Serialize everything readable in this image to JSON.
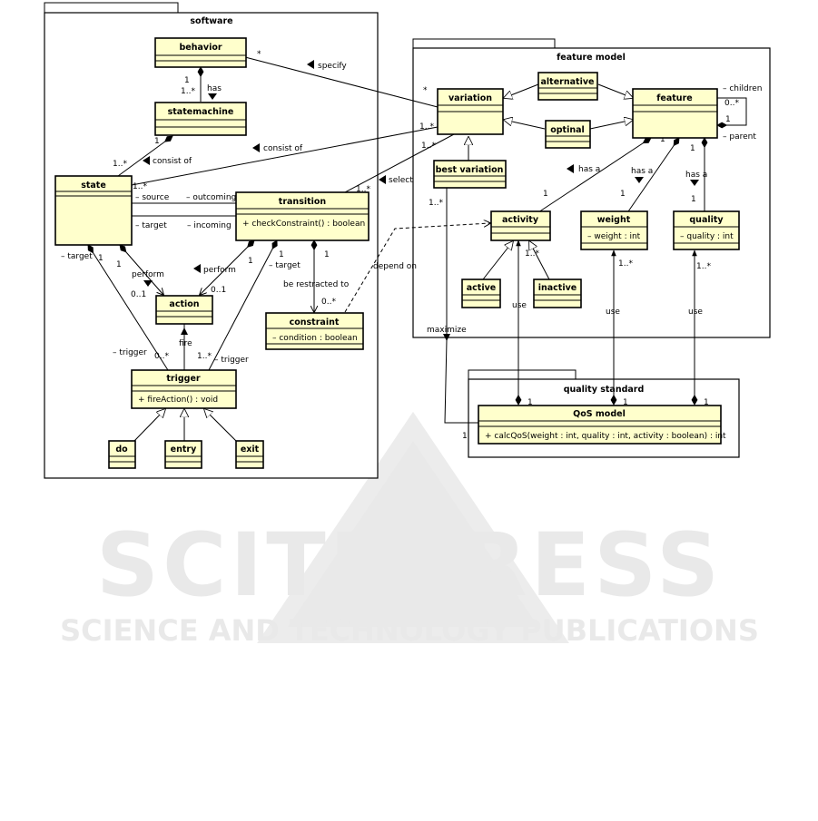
{
  "packages": {
    "software": "software",
    "feature_model": "feature model",
    "quality_standard": "quality standard"
  },
  "classes": {
    "behavior": {
      "name": "behavior"
    },
    "statemachine": {
      "name": "statemachine"
    },
    "state": {
      "name": "state"
    },
    "transition": {
      "name": "transition",
      "op": "+ checkConstraint() : boolean"
    },
    "action": {
      "name": "action"
    },
    "constraint": {
      "name": "constraint",
      "attr": "– condition : boolean"
    },
    "trigger": {
      "name": "trigger",
      "op": "+ fireAction() : void"
    },
    "do": {
      "name": "do"
    },
    "entry": {
      "name": "entry"
    },
    "exit": {
      "name": "exit"
    },
    "variation": {
      "name": "variation"
    },
    "alternative": {
      "name": "alternative"
    },
    "optinal": {
      "name": "optinal"
    },
    "feature": {
      "name": "feature"
    },
    "best_variation": {
      "name": "best variation"
    },
    "activity": {
      "name": "activity"
    },
    "weight": {
      "name": "weight",
      "attr": "– weight : int"
    },
    "quality": {
      "name": "quality",
      "attr": "– quality : int"
    },
    "active": {
      "name": "active"
    },
    "inactive": {
      "name": "inactive"
    },
    "qos_model": {
      "name": "QoS model",
      "op": "+ calcQoS(weight : int, quality : int, activity : boolean) : int"
    }
  },
  "labels": {
    "specify": "specify",
    "specify_star1": "*",
    "specify_star2": "*",
    "has": "has",
    "has_one": "1",
    "has_many": "1..*",
    "consist_of_1": "consist of",
    "consist_of_1_one": "1",
    "consist_of_1_many": "1..*",
    "consist_of_2": "consist of",
    "consist_of_2_var": "1..*",
    "consist_of_2_state": "1..*",
    "select": "select",
    "select_var": "1..*",
    "select_tr": "1..*",
    "source": "– source",
    "outcoming": "– outcoming",
    "target1": "– target",
    "incoming": "– incoming",
    "perform1": "perform",
    "perform1_one": "1",
    "perform1_mult": "0..1",
    "perform2": "perform",
    "perform2_one": "1",
    "perform2_mult": "0..1",
    "target_state": "– target",
    "target_state_one": "1",
    "target_tr": "– target",
    "target_tr_one": "1",
    "trigger1": "– trigger",
    "trigger1_mult": "0..*",
    "trigger2": "– trigger",
    "trigger2_mult": "1..*",
    "fire": "fire",
    "restricted": "be restracted to",
    "restricted_one": "1",
    "restricted_mult": "0..*",
    "depend_on": "depend on",
    "children": "– children",
    "children_mult": "0..*",
    "parent": "– parent",
    "parent_one": "1",
    "has_a1": "has a",
    "has_a2": "has a",
    "has_a3": "has a",
    "feat_one1": "1",
    "feat_one2": "1",
    "feat_one3": "1",
    "act_one": "1",
    "weight_one": "1",
    "quality_one": "1",
    "bv_mult": "1..*",
    "activity_mult": "1..*",
    "weight_mult": "1..*",
    "quality_mult": "1..*",
    "use1": "use",
    "use2": "use",
    "use3": "use",
    "qos_one1": "1",
    "qos_one2": "1",
    "qos_one3": "1",
    "qos_one4": "1",
    "maximize": "maximize"
  },
  "watermark": {
    "line1": "SCITEPRESS",
    "line2": "SCIENCE AND TECHNOLOGY PUBLICATIONS"
  }
}
